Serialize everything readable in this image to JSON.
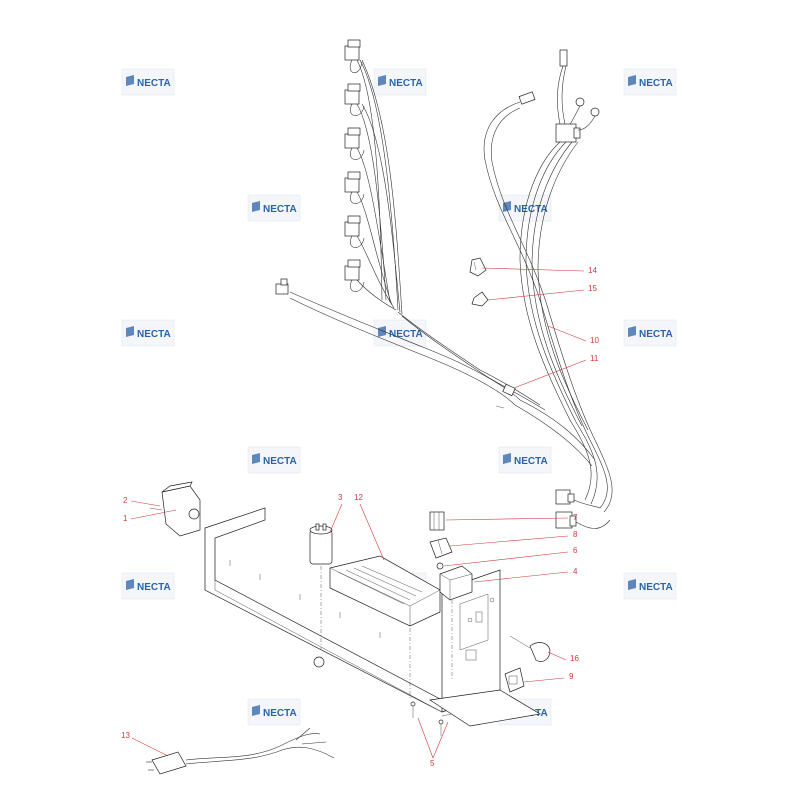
{
  "watermark": {
    "text": "NECTA",
    "color": "#2b63a8"
  },
  "callouts": [
    {
      "id": "1",
      "label": "1"
    },
    {
      "id": "2",
      "label": "2"
    },
    {
      "id": "3",
      "label": "3"
    },
    {
      "id": "4",
      "label": "4"
    },
    {
      "id": "5",
      "label": "5"
    },
    {
      "id": "6",
      "label": "6"
    },
    {
      "id": "7",
      "label": "7"
    },
    {
      "id": "8",
      "label": "8"
    },
    {
      "id": "9",
      "label": "9"
    },
    {
      "id": "10",
      "label": "10"
    },
    {
      "id": "11",
      "label": "11"
    },
    {
      "id": "12",
      "label": "12"
    },
    {
      "id": "13",
      "label": "13"
    },
    {
      "id": "14",
      "label": "14"
    },
    {
      "id": "15",
      "label": "15"
    },
    {
      "id": "16",
      "label": "16"
    }
  ],
  "callout_color": "#d03a3a"
}
